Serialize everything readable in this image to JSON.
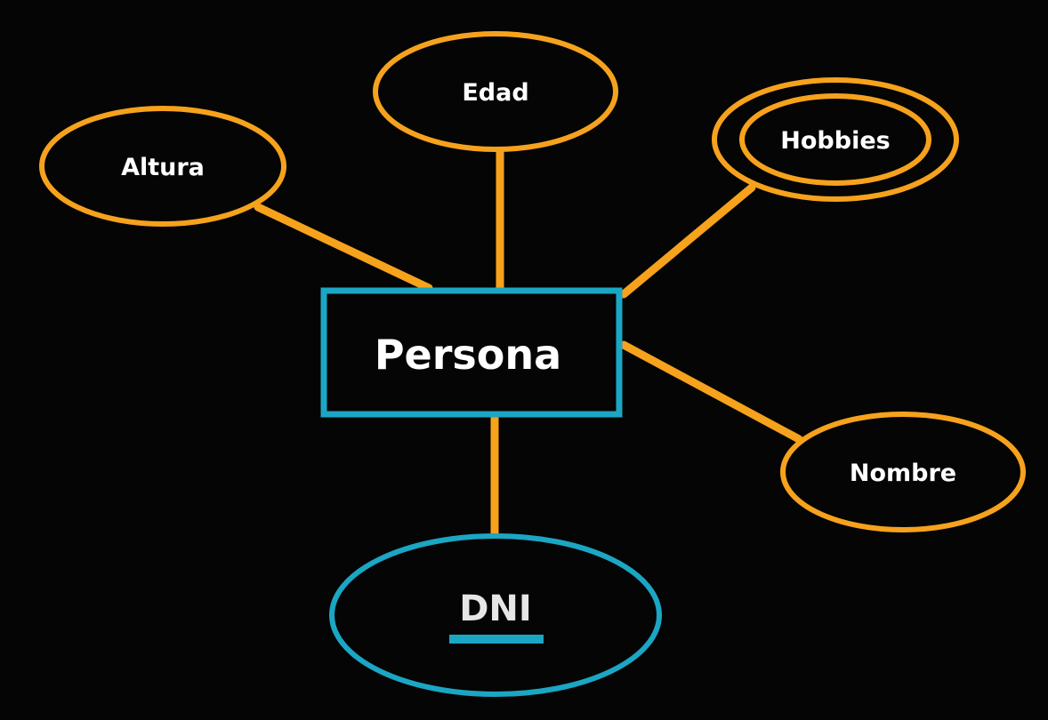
{
  "diagram": {
    "colors": {
      "background": "#050505",
      "attribute_stroke": "#f6a21c",
      "entity_stroke": "#1ba6c4",
      "key_stroke": "#1ba6c4",
      "label": "#ffffff",
      "key_label": "#e6e6e6"
    },
    "entity": {
      "label": "Persona"
    },
    "attributes": {
      "edad": "Edad",
      "altura": "Altura",
      "hobbies": "Hobbies",
      "nombre": "Nombre",
      "dni": "DNI"
    }
  }
}
